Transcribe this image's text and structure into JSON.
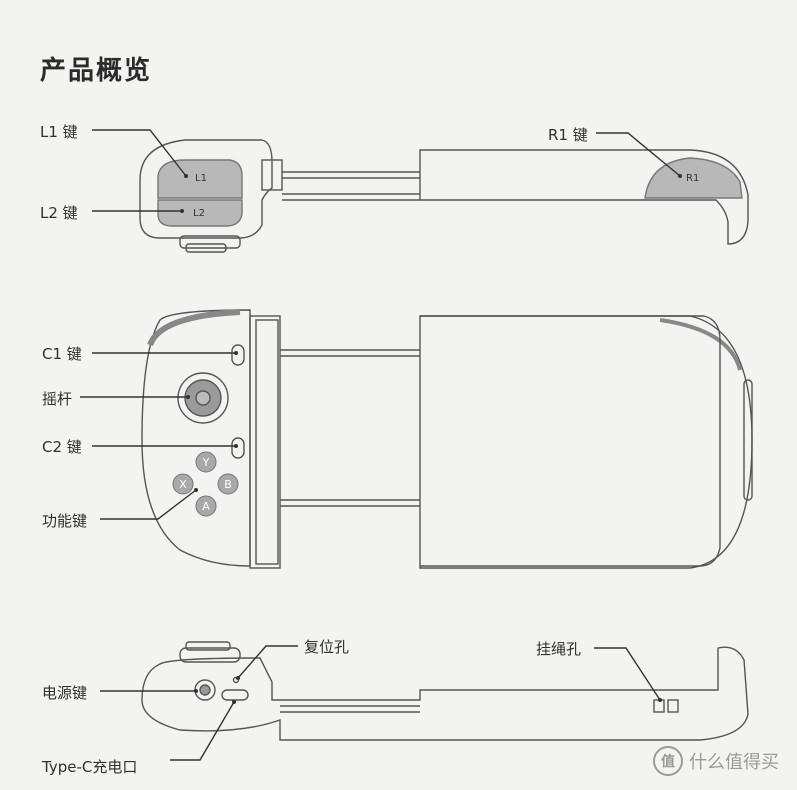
{
  "title": "产品概览",
  "top_view": {
    "labels": {
      "l1": "L1 键",
      "l2": "L2 键",
      "r1": "R1 键"
    },
    "button_marks": {
      "l1": "L1",
      "l2": "L2",
      "r1": "R1"
    }
  },
  "front_view": {
    "labels": {
      "c1": "C1 键",
      "joystick": "摇杆",
      "c2": "C2 键",
      "function": "功能键"
    },
    "face_buttons": [
      "Y",
      "X",
      "B",
      "A"
    ]
  },
  "bottom_view": {
    "labels": {
      "reset": "复位孔",
      "lanyard": "挂绳孔",
      "power": "电源键",
      "usb": "Type-C充电口"
    }
  },
  "watermark": {
    "badge": "值",
    "text": "什么值得买"
  }
}
